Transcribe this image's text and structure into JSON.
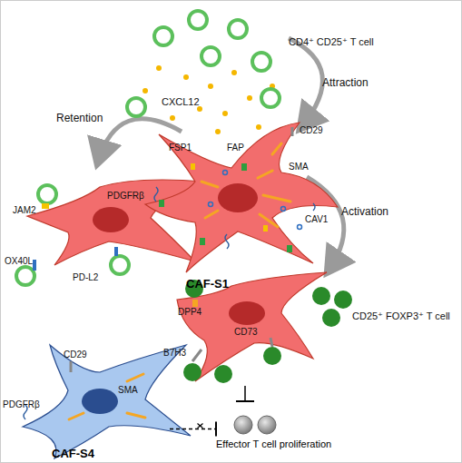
{
  "diagram": {
    "nodes": [
      {
        "text": [
          "CAF-S1"
        ]
      },
      {
        "text": [
          "CAF-S4"
        ]
      },
      {
        "text": [
          "Effector T cell proliferation"
        ]
      }
    ],
    "edges": [
      {
        "from": 1,
        "to": 2,
        "arrow": "to"
      }
    ],
    "labels": [
      "CD4⁺ CD25⁺ T cell",
      "CXCL12",
      "Attraction",
      "Retention",
      "FSP1",
      "FAP",
      "CD29",
      "SMA",
      "PDGFRβ",
      "CAV1",
      "JAM2",
      "OX40L",
      "PD-L2",
      "Activation",
      "DPP4",
      "CD73",
      "B7H3",
      "CD25⁺ FOXP3⁺ T cell",
      "CD29",
      "SMA",
      "PDGFRβ"
    ]
  }
}
